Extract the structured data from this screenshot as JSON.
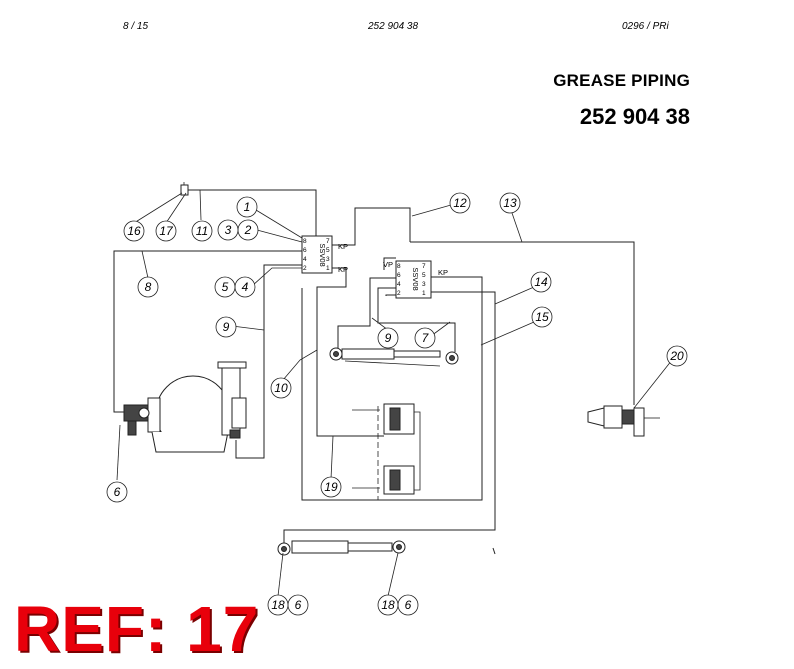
{
  "header": {
    "page": "8 / 15",
    "doc_number": "252 904 38",
    "revision": "0296 / PRi"
  },
  "title": "GREASE PIPING",
  "part_number": "252 904 38",
  "ref_stamp": "REF: 17",
  "distributor_1": {
    "model": "SSV08",
    "left_pins": [
      "8",
      "6",
      "4",
      "2"
    ],
    "right_pins": [
      "7",
      "5",
      "3",
      "1"
    ],
    "kp_top": "KP",
    "kp_bottom": "KP"
  },
  "distributor_2": {
    "model": "SSV08",
    "vp": "VP",
    "left_pins": [
      "8",
      "6",
      "4",
      "2"
    ],
    "right_pins": [
      "7",
      "5",
      "3",
      "1"
    ],
    "kp": "KP"
  },
  "callouts": {
    "c1": "1",
    "c2": "2",
    "c3": "3",
    "c4": "4",
    "c5": "5",
    "c6a": "6",
    "c6b": "6",
    "c6c": "6",
    "c7": "7",
    "c8": "8",
    "c9a": "9",
    "c9b": "9",
    "c10": "10",
    "c11": "11",
    "c12": "12",
    "c13": "13",
    "c14": "14",
    "c15": "15",
    "c16": "16",
    "c17": "17",
    "c18a": "18",
    "c18b": "18",
    "c19": "19",
    "c20": "20"
  }
}
